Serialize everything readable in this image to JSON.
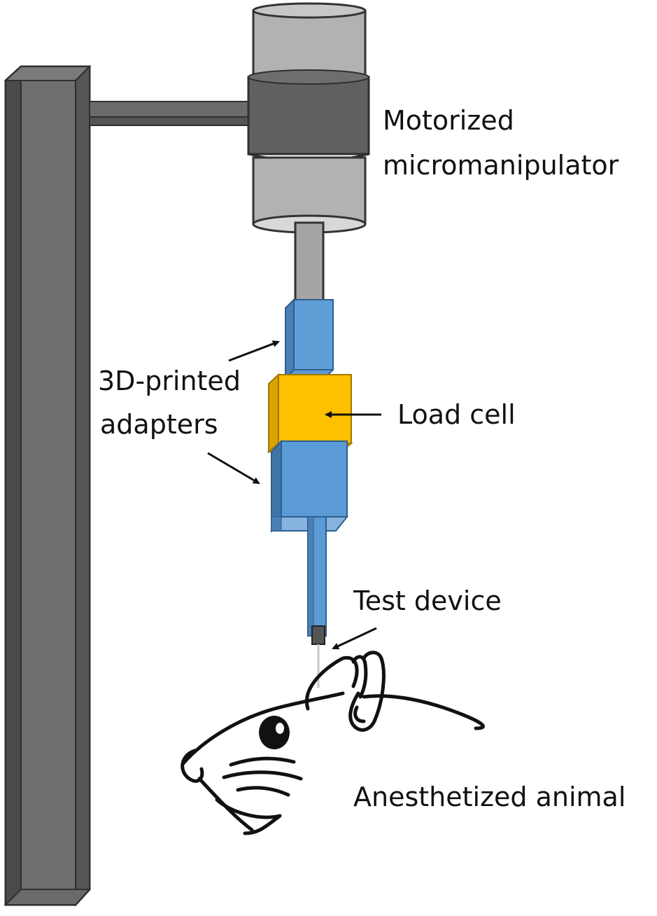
{
  "labels": {
    "micromanipulator": [
      "Motorized",
      "micromanipulator"
    ],
    "adapters": [
      "3D-printed",
      "adapters"
    ],
    "load_cell": "Load cell",
    "test_device": "Test device",
    "animal": "Anesthetized animal"
  },
  "colors": {
    "stand": "#6b6b6b",
    "stand_dark": "#4d4d4d",
    "manipulator_body": "#b4b2b3",
    "manipulator_band": "#5e5e5e",
    "adapter_blue": "#5b9bd5",
    "adapter_blue_dark": "#4a7fb3",
    "load_cell_yellow": "#ffc000",
    "load_cell_dark": "#d9a300",
    "outline": "#3a3a3a"
  }
}
